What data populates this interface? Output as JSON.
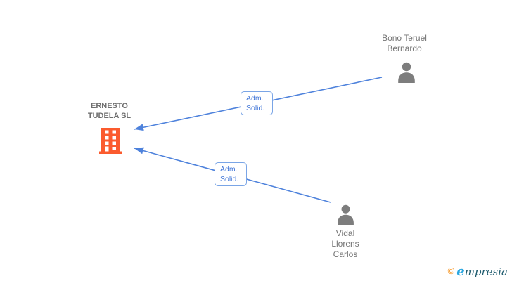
{
  "diagram": {
    "company": {
      "name": "ERNESTO TUDELA SL",
      "lines": [
        "ERNESTO",
        "TUDELA SL"
      ],
      "icon": "building-icon",
      "icon_color": "#fb5b2e"
    },
    "persons": [
      {
        "name": "Bono Teruel Bernardo",
        "lines": [
          "Bono Teruel",
          "Bernardo"
        ],
        "icon": "person-icon",
        "icon_color": "#7d7d7d"
      },
      {
        "name": "Vidal Llorens Carlos",
        "lines": [
          "Vidal",
          "Llorens",
          "Carlos"
        ],
        "icon": "person-icon",
        "icon_color": "#7d7d7d"
      }
    ],
    "edges": [
      {
        "from": "Bono Teruel Bernardo",
        "to": "ERNESTO TUDELA SL",
        "label": "Adm. Solid.",
        "label_lines": [
          "Adm.",
          "Solid."
        ]
      },
      {
        "from": "Vidal Llorens Carlos",
        "to": "ERNESTO TUDELA SL",
        "label": "Adm. Solid.",
        "label_lines": [
          "Adm.",
          "Solid."
        ]
      }
    ],
    "colors": {
      "edge_blue": "#4e82dc",
      "edge_label_border": "#7aa5e6",
      "edge_label_text": "#4478d8",
      "company_orange": "#fb5b2e",
      "person_gray": "#7d7d7d",
      "label_gray": "#757575"
    }
  },
  "footer": {
    "copyright": "©",
    "brand_initial": "e",
    "brand_rest": "mpresia"
  }
}
